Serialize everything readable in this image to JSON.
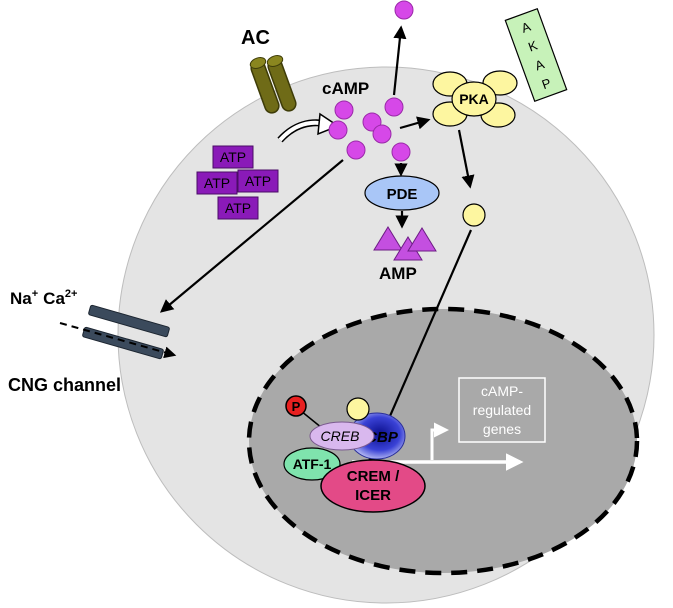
{
  "labels": {
    "ac": "AC",
    "camp": "cAMP",
    "pka": "PKA",
    "akap": [
      "A",
      "K",
      "A",
      "P"
    ],
    "atp": "ATP",
    "pde": "PDE",
    "amp": "AMP",
    "na": "Na",
    "na_sup": "+",
    "ca": "Ca",
    "ca_sup": "2+",
    "cng": "CNG channel",
    "p": "P",
    "creb": "CREB",
    "cbp": "CBP",
    "atf1": "ATF-1",
    "crem_line1": "CREM /",
    "crem_line2": "ICER",
    "genes": [
      "cAMP-",
      "regulated",
      "genes"
    ]
  },
  "colors": {
    "cell": "#e4e4e4",
    "nucleus": "#a9a9a9",
    "camp": "#d648e8",
    "pka": "#fdf6a0",
    "akap": "#c7f2b9",
    "atp": "#8a1ab8",
    "pde": "#a9c6f7",
    "amp": "#c44fe0",
    "ac": "#6f6b17",
    "channel": "#3b4a5c",
    "creb": "#d9b8ee",
    "cbp": "#3a42d6",
    "atf1": "#7fe3ad",
    "crem": "#e34a87",
    "phospho": "#e82020"
  }
}
